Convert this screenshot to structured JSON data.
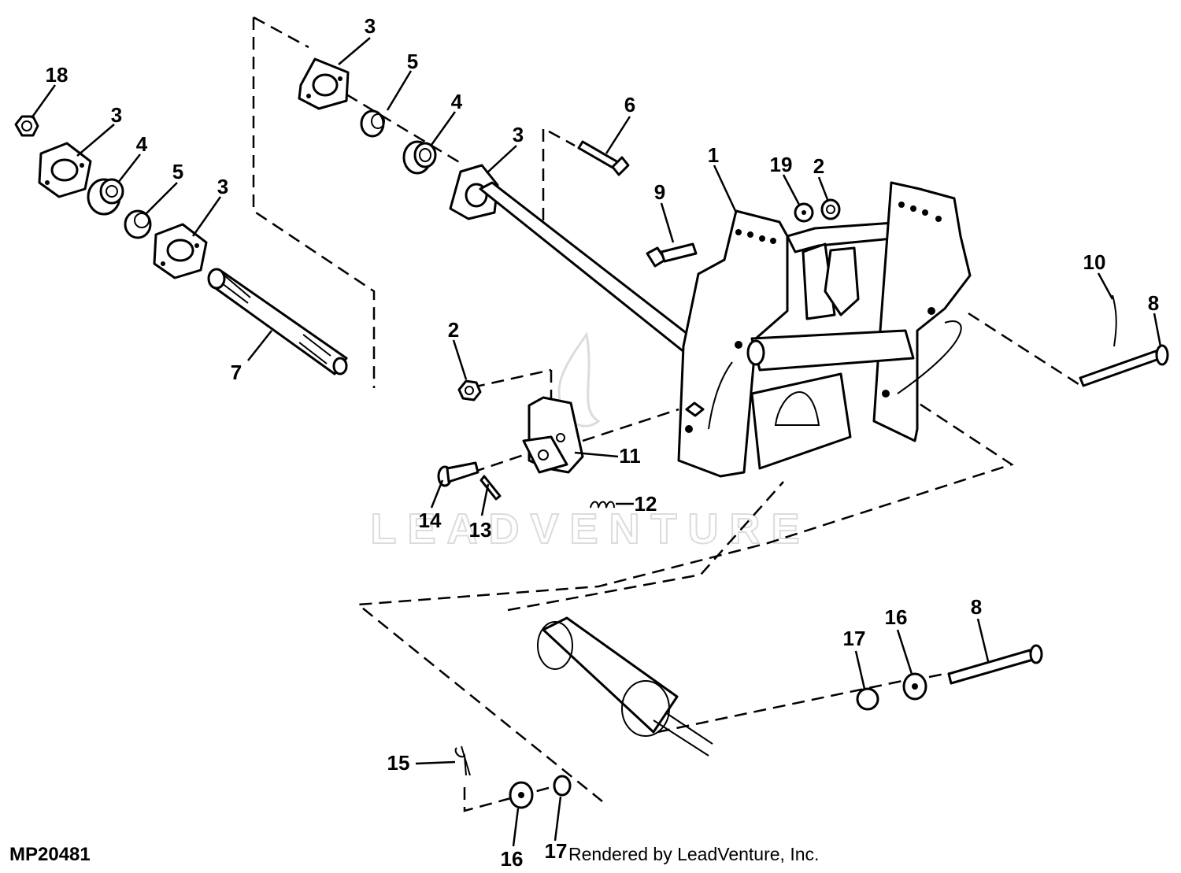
{
  "figure_id": "MP20481",
  "credit": "Rendered by LeadVenture, Inc.",
  "watermark": "LEADVENTURE",
  "callouts": [
    {
      "id": "c18",
      "text": "18"
    },
    {
      "id": "c3a",
      "text": "3"
    },
    {
      "id": "c4a",
      "text": "4"
    },
    {
      "id": "c5a",
      "text": "5"
    },
    {
      "id": "c3b",
      "text": "3"
    },
    {
      "id": "c3c",
      "text": "3"
    },
    {
      "id": "c5b",
      "text": "5"
    },
    {
      "id": "c4b",
      "text": "4"
    },
    {
      "id": "c3d",
      "text": "3"
    },
    {
      "id": "c6",
      "text": "6"
    },
    {
      "id": "c7",
      "text": "7"
    },
    {
      "id": "c9",
      "text": "9"
    },
    {
      "id": "c1",
      "text": "1"
    },
    {
      "id": "c19",
      "text": "19"
    },
    {
      "id": "c2a",
      "text": "2"
    },
    {
      "id": "c10",
      "text": "10"
    },
    {
      "id": "c8a",
      "text": "8"
    },
    {
      "id": "c2b",
      "text": "2"
    },
    {
      "id": "c11",
      "text": "11"
    },
    {
      "id": "c12",
      "text": "12"
    },
    {
      "id": "c14",
      "text": "14"
    },
    {
      "id": "c13",
      "text": "13"
    },
    {
      "id": "c17a",
      "text": "17"
    },
    {
      "id": "c16a",
      "text": "16"
    },
    {
      "id": "c8b",
      "text": "8"
    },
    {
      "id": "c15",
      "text": "15"
    },
    {
      "id": "c16b",
      "text": "16"
    },
    {
      "id": "c17b",
      "text": "17"
    }
  ]
}
